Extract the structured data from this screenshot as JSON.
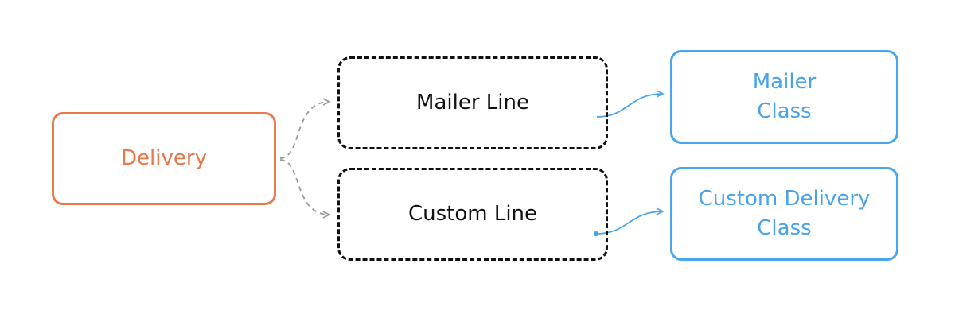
{
  "nodes": {
    "delivery": {
      "label": "Delivery"
    },
    "mailer_line": {
      "label": "Mailer Line"
    },
    "custom_line": {
      "label": "Custom Line"
    },
    "mailer_class": {
      "label": "Mailer\nClass"
    },
    "custom_delivery_class": {
      "label": "Custom Delivery\nClass"
    }
  },
  "colors": {
    "delivery": "#e87a4c",
    "line_border": "#111111",
    "class_border": "#4aa5ec",
    "gray_connector": "#9a9a9a",
    "blue_connector": "#4aa5ec"
  },
  "edges": [
    {
      "from": "delivery",
      "to": "mailer_line",
      "style": "dashed"
    },
    {
      "from": "delivery",
      "to": "custom_line",
      "style": "dashed"
    },
    {
      "from": "mailer_line",
      "to": "mailer_class",
      "style": "solid"
    },
    {
      "from": "custom_line",
      "to": "custom_delivery_class",
      "style": "solid"
    }
  ]
}
